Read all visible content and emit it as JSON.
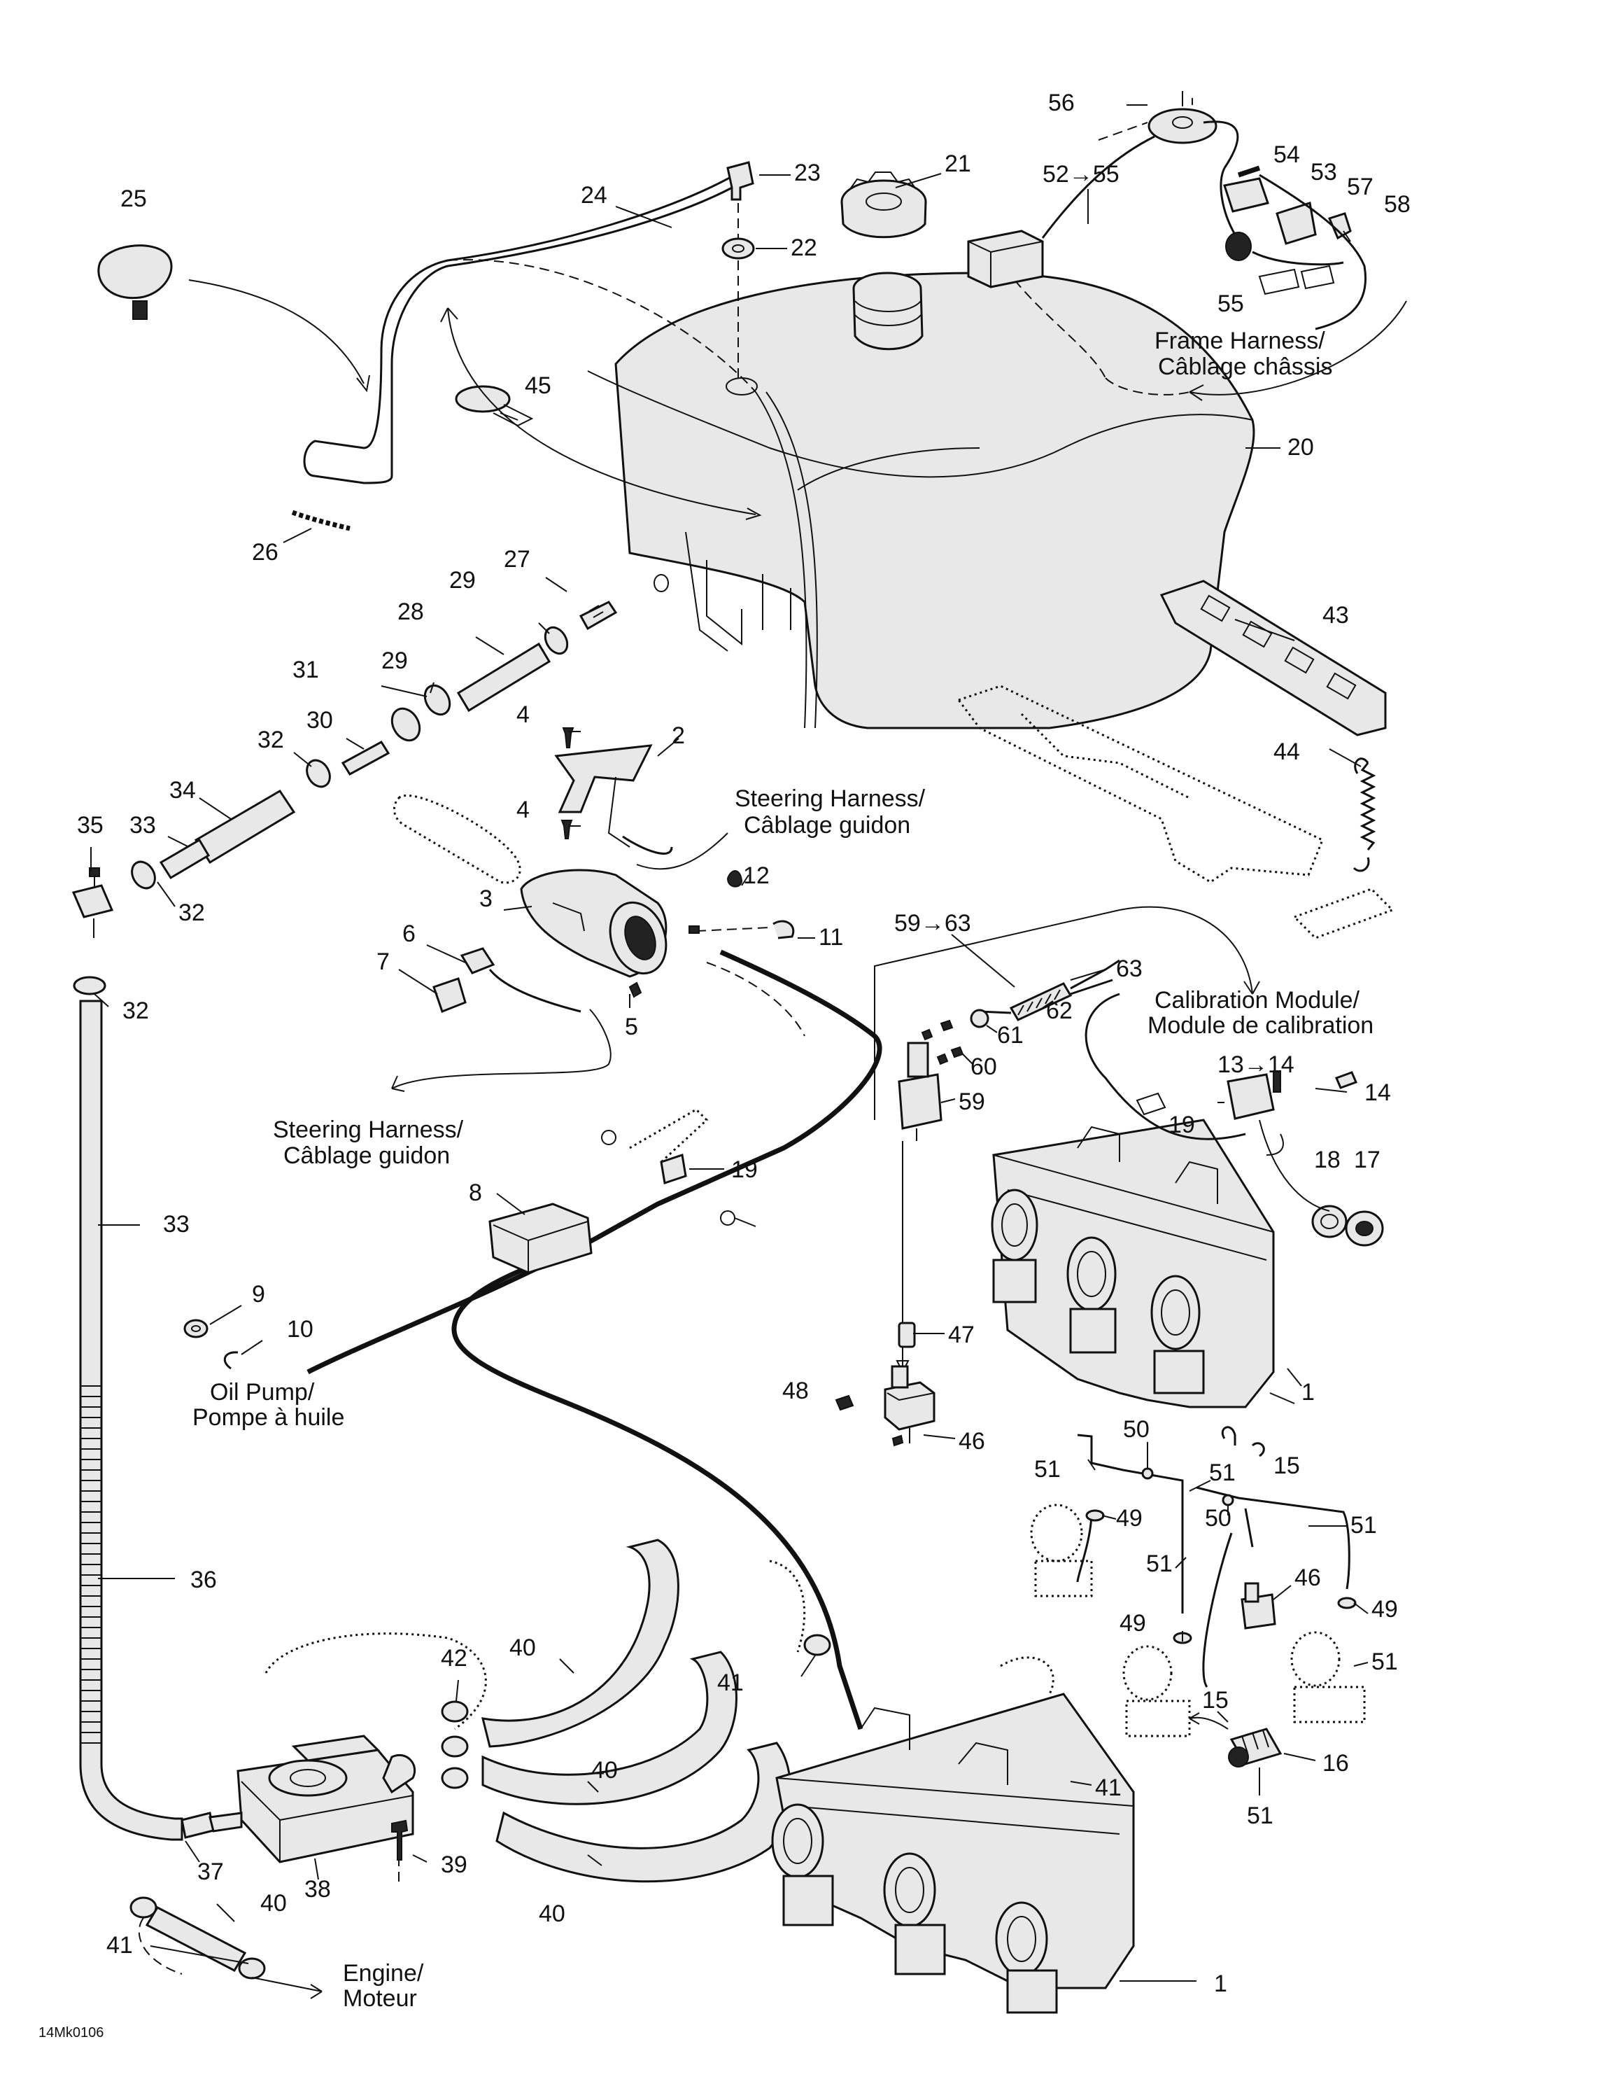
{
  "callouts": {
    "c1a": "1",
    "c1b": "1",
    "c2": "2",
    "c3": "3",
    "c4a": "4",
    "c4b": "4",
    "c5": "5",
    "c6": "6",
    "c7": "7",
    "c8": "8",
    "c9": "9",
    "c10": "10",
    "c11": "11",
    "c12": "12",
    "c13_14": "13→14",
    "c14": "14",
    "c15a": "15",
    "c15b": "15",
    "c16": "16",
    "c17": "17",
    "c18": "18",
    "c19a": "19",
    "c19b": "19",
    "c20": "20",
    "c21": "21",
    "c22": "22",
    "c23": "23",
    "c24": "24",
    "c25": "25",
    "c26": "26",
    "c27": "27",
    "c28": "28",
    "c29a": "29",
    "c29b": "29",
    "c30": "30",
    "c31": "31",
    "c32a": "32",
    "c32b": "32",
    "c32c": "32",
    "c33a": "33",
    "c33b": "33",
    "c34": "34",
    "c35": "35",
    "c36": "36",
    "c37": "37",
    "c38": "38",
    "c39": "39",
    "c40a": "40",
    "c40b": "40",
    "c40c": "40",
    "c40d": "40",
    "c41a": "41",
    "c41b": "41",
    "c41c": "41",
    "c42": "42",
    "c43": "43",
    "c44": "44",
    "c45": "45",
    "c46a": "46",
    "c46b": "46",
    "c47": "47",
    "c48": "48",
    "c49a": "49",
    "c49b": "49",
    "c49c": "49",
    "c50a": "50",
    "c50b": "50",
    "c51a": "51",
    "c51b": "51",
    "c51c": "51",
    "c51d": "51",
    "c51e": "51",
    "c51f": "51",
    "c52_55": "52→55",
    "c53": "53",
    "c54": "54",
    "c55": "55",
    "c56": "56",
    "c57": "57",
    "c58": "58",
    "c59_63": "59→63",
    "c59": "59",
    "c60": "60",
    "c61": "61",
    "c62": "62",
    "c63": "63"
  },
  "notes": {
    "frame_harness_1": "Frame Harness/",
    "frame_harness_2": "Câblage châssis",
    "steering_harness_a1": "Steering Harness/",
    "steering_harness_a2": "Câblage guidon",
    "steering_harness_b1": "Steering Harness/",
    "steering_harness_b2": "Câblage guidon",
    "calibration_1": "Calibration Module/",
    "calibration_2": "Module de calibration",
    "oil_pump_1": "Oil Pump/",
    "oil_pump_2": "Pompe à huile",
    "engine_1": "Engine/",
    "engine_2": "Moteur"
  },
  "figure_code": "14Mk0106"
}
